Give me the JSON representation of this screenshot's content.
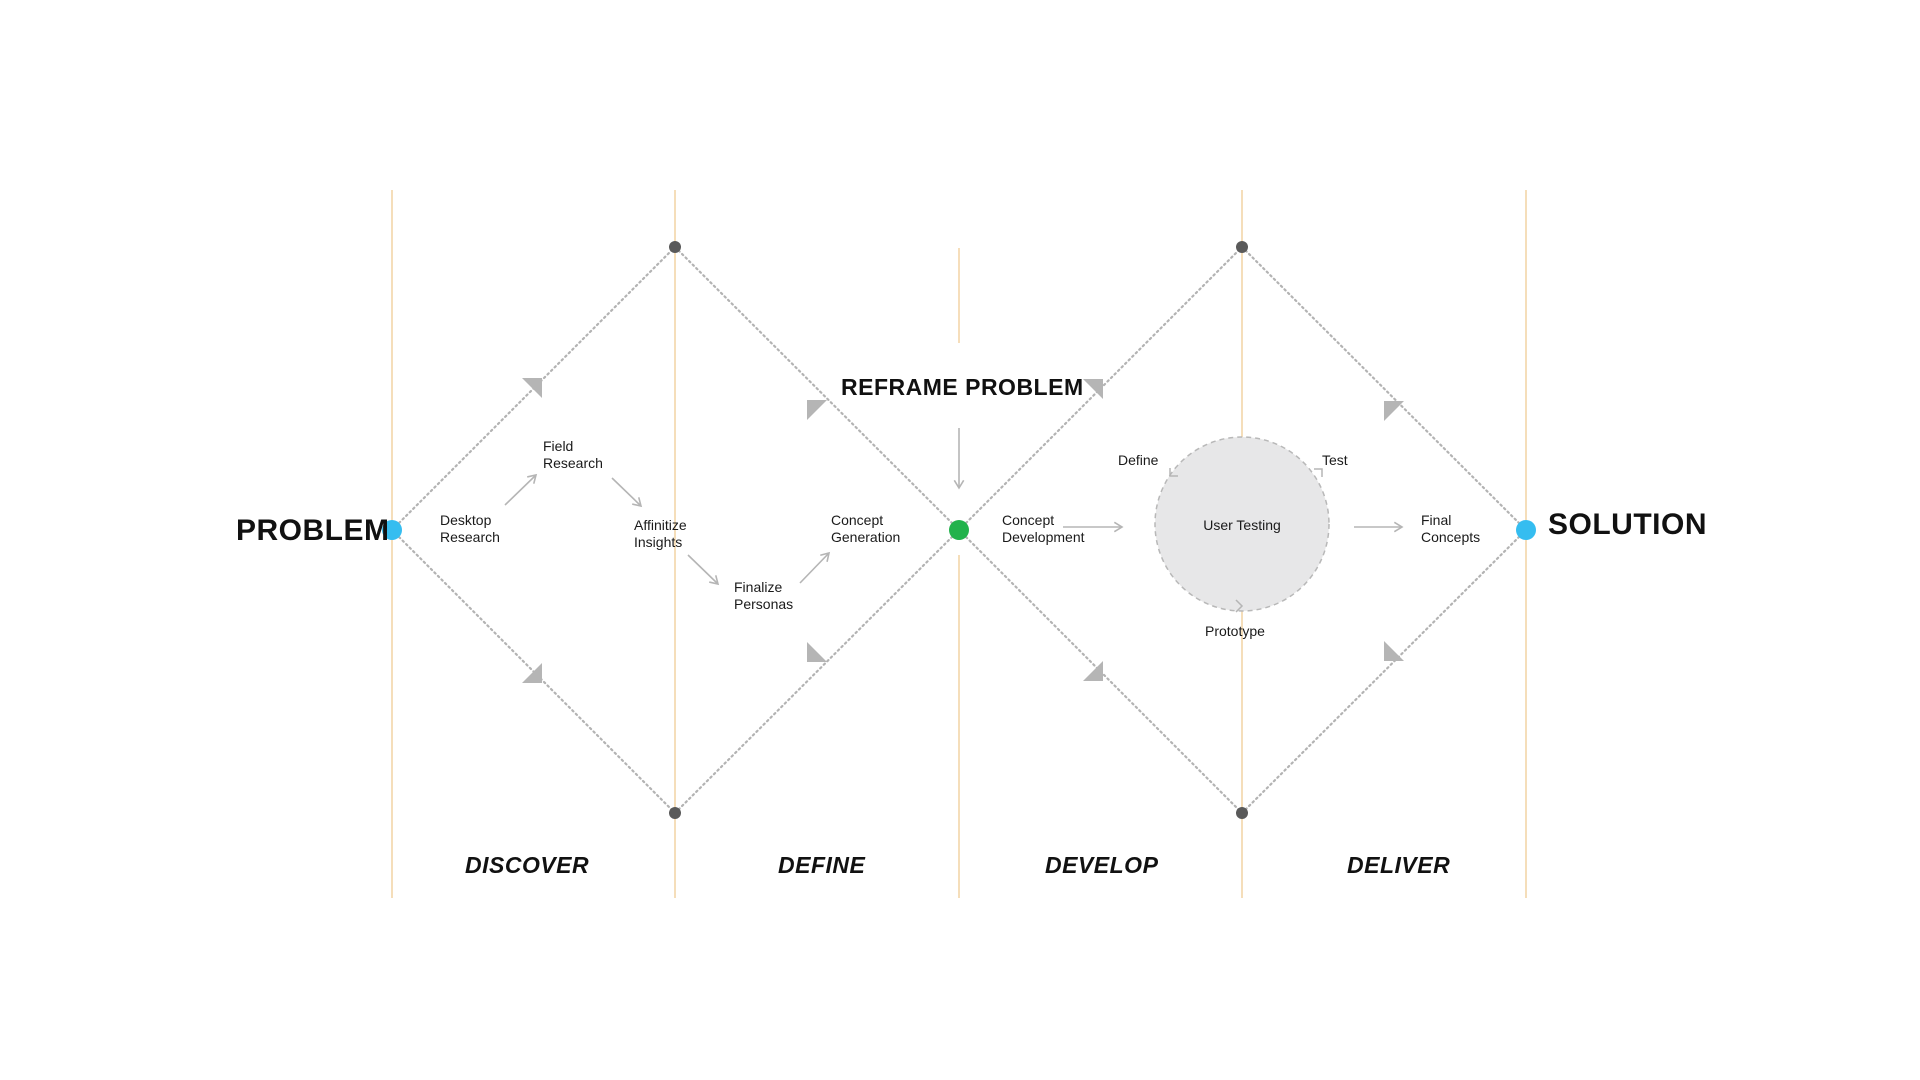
{
  "colors": {
    "guide_line": "#f2d3a4",
    "dotted_line": "#b3b3b3",
    "arrow": "#b5b5b5",
    "vertex": "#5a5a5a",
    "endpoint": "#35bdf0",
    "midpoint": "#22b24c",
    "circle_fill": "#e7e7e8",
    "circle_stroke": "#b8b8b8"
  },
  "labels": {
    "problem": "PROBLEM",
    "solution": "SOLUTION",
    "reframe": "REFRAME PROBLEM"
  },
  "phases": {
    "discover": "DISCOVER",
    "define": "DEFINE",
    "develop": "DEVELOP",
    "deliver": "DELIVER"
  },
  "steps": {
    "desktop_research": [
      "Desktop",
      "Research"
    ],
    "field_research": [
      "Field",
      "Research"
    ],
    "affinitize_insights": [
      "Affinitize",
      "Insights"
    ],
    "finalize_personas": [
      "Finalize",
      "Personas"
    ],
    "concept_generation": [
      "Concept",
      "Generation"
    ],
    "concept_development": [
      "Concept",
      "Development"
    ],
    "final_concepts": [
      "Final",
      "Concepts"
    ]
  },
  "cycle": {
    "center": "User Testing",
    "define": "Define",
    "test": "Test",
    "prototype": "Prototype"
  },
  "icons": {
    "vertex": "dot-icon",
    "arrow": "triangle-arrow-icon",
    "flow_arrow": "arrow-icon"
  }
}
